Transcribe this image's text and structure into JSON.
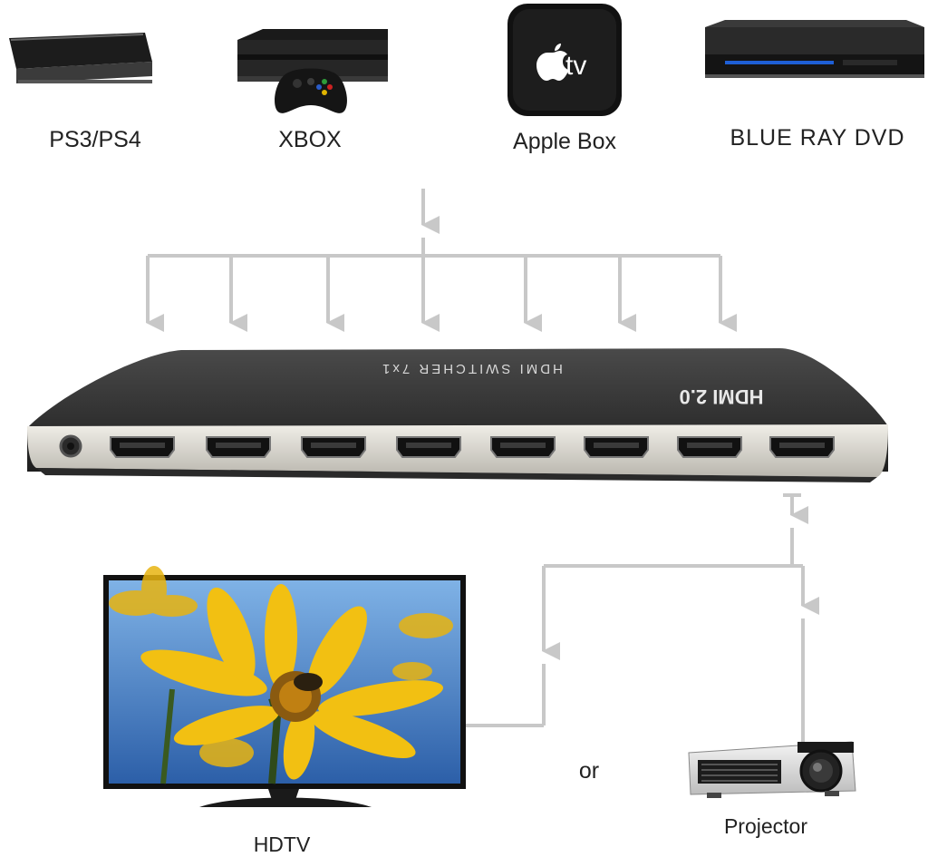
{
  "sources": [
    {
      "label": "PS3/PS4",
      "icon": "game-console-icon"
    },
    {
      "label": "XBOX",
      "icon": "xbox-console-icon"
    },
    {
      "label": "Apple Box",
      "icon": "apple-tv-icon"
    },
    {
      "label": "BLUE RAY DVD",
      "icon": "bluray-player-icon"
    }
  ],
  "apple_tv_logo": "tv",
  "switcher": {
    "title": "HDMI SWITCHER 7x1",
    "badge": "HDMI 2.0",
    "input_count": 7,
    "output_count": 1
  },
  "outputs": [
    {
      "label": "HDTV",
      "icon": "hdtv-icon"
    },
    {
      "label": "Projector",
      "icon": "projector-icon"
    }
  ],
  "connector_word": "or",
  "colors": {
    "arrow": "#c8c8c8",
    "device_dark": "#2f2f2f",
    "device_silver": "#d9d6cf",
    "sky": "#3a78c8",
    "flower": "#f2c012"
  }
}
